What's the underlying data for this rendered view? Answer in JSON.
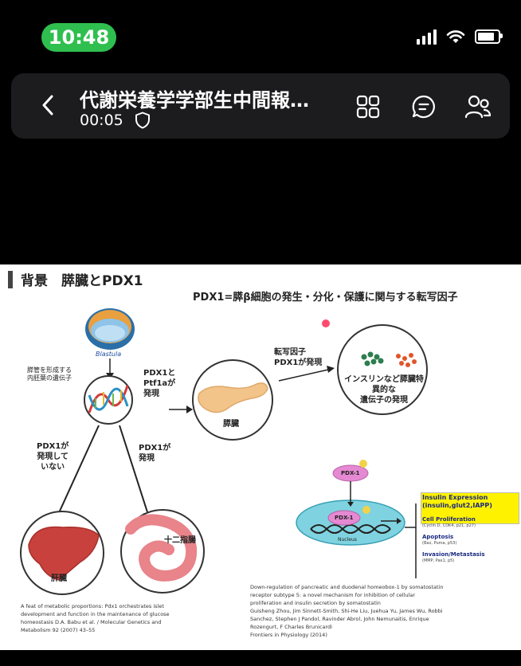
{
  "status_bar": {
    "time": "10:48",
    "time_pill_color": "#2fbf4f",
    "icons": [
      "signal-icon",
      "wifi-icon",
      "battery-icon"
    ]
  },
  "call_bar": {
    "title": "代謝栄養学学部生中間報…",
    "elapsed": "00:05",
    "icons": [
      "back-chevron-icon",
      "shield-icon",
      "grid-icon",
      "chat-icon",
      "participants-icon"
    ]
  },
  "slide": {
    "heading": "背景　膵臓とPDX1",
    "subtitle": "PDX1=膵β細胞の発生・分化・保護に関与する転写因子",
    "blastula_label": "Blastula",
    "endoderm_label": [
      "膵管を形成する",
      "内胚葉の遺伝子"
    ],
    "pdx1_ptf1a_label": [
      "PDX1と",
      "Ptf1aが",
      "発現"
    ],
    "pancreas_label": "膵臓",
    "tf_label": [
      "転写因子",
      "PDX1が発現"
    ],
    "insulin_label": [
      "インスリンなど膵臓特",
      "異的な",
      "遺伝子の発現"
    ],
    "not_expressed_label": [
      "PDX1が",
      "発現して",
      "いない"
    ],
    "expressed_label": [
      "PDX1が",
      "発現"
    ],
    "liver_label": "肝臓",
    "duodenum_label": "十二指腸",
    "pdx1_tag": "PDX-1",
    "nucleus_label": "Nucleus",
    "effects": [
      {
        "title": "Insulin Expression",
        "sub": "(insulin,glut2,IAPP)"
      },
      {
        "title": "Cell Proliferation",
        "sub": "(Cyclin D, CDK4, p21, p27)"
      },
      {
        "title": "Apoptosis",
        "sub": "(Bax, Puma, p53)"
      },
      {
        "title": "Invasion/Metastasis",
        "sub": "(MMP, Pax1, p5)"
      }
    ],
    "citation_left": [
      "A feat of metabolic proportions: Pdx1 orchestrates islet",
      "development and function in the maintenance of glucose",
      "homeostasis  D.A. Babu et al. / Molecular Genetics and",
      "Metabolism 92 (2007) 43–55"
    ],
    "citation_right": [
      "Down-regulation of pancreatic and duodenal homeobox-1 by somatostatin",
      "receptor subtype 5: a novel mechanism for inhibition of cellular",
      "proliferation and insulin secretion by somatostatin",
      "Guisheng Zhou, Jim Sinnett-Smith, Shi-He Liu, Juehua Yu, James Wu, Robbi",
      "Sanchez, Stephen J Pandol, Ravinder Abrol, John Nemunaitis, Enrique",
      "Rozengurt, F Charles Brunicardi",
      "Frontiers in Physiology (2014)"
    ]
  }
}
